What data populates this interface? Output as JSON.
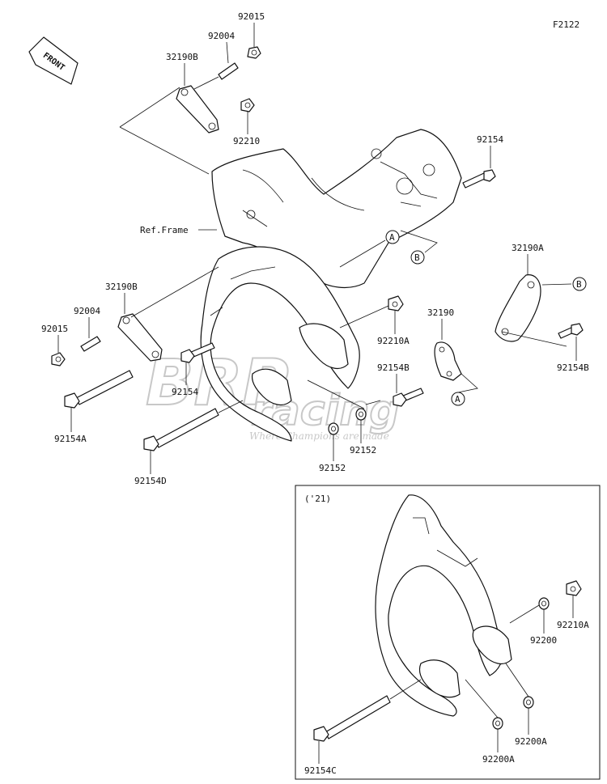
{
  "diagram_code": "F2122",
  "direction_label": "FRONT",
  "ref_frame_label": "Ref.Frame",
  "variant_label": "('21)",
  "callouts": [
    "A",
    "B"
  ],
  "watermark": {
    "line1": "BRP",
    "line2": "racing",
    "tagline": "Where Champions are made"
  },
  "parts": {
    "p92015_top": "92015",
    "p92004_top": "92004",
    "p32190B_top": "32190B",
    "p92210": "92210",
    "p92154_top": "92154",
    "p32190A": "32190A",
    "p92154B_right": "92154B",
    "p32190B_left": "32190B",
    "p92004_left": "92004",
    "p92015_left": "92015",
    "p92154_mid": "92154",
    "p92154A": "92154A",
    "p92154D": "92154D",
    "p92210A_mid": "92210A",
    "p32190": "32190",
    "p92154B_mid": "92154B",
    "p92152_a": "92152",
    "p92152_b": "92152",
    "p92210A_inset": "92210A",
    "p92200": "92200",
    "p92200A_a": "92200A",
    "p92200A_b": "92200A",
    "p92154C": "92154C"
  }
}
